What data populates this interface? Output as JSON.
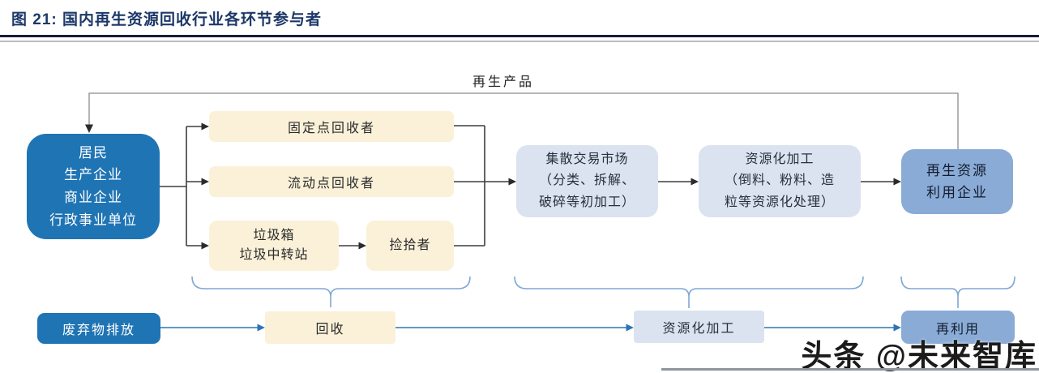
{
  "header": {
    "title": "图 21:  国内再生资源回收行业各环节参与者"
  },
  "diagram": {
    "feedback_label": "再生产品",
    "source_box": {
      "lines": [
        "居民",
        "生产企业",
        "商业企业",
        "行政事业单位"
      ]
    },
    "recyclers": {
      "fixed": "固定点回收者",
      "mobile": "流动点回收者"
    },
    "garbage": {
      "lines": [
        "垃圾箱",
        "垃圾中转站"
      ]
    },
    "picker": "捡拾者",
    "market": {
      "lines": [
        "集散交易市场",
        "（分类、拆解、",
        "破碎等初加工）"
      ]
    },
    "processing": {
      "lines": [
        "资源化加工",
        "（倒料、粉料、造",
        "粒等资源化处理）"
      ]
    },
    "utilization": {
      "lines": [
        "再生资源",
        "利用企业"
      ]
    }
  },
  "stages": {
    "discharge": "废弃物排放",
    "recycle": "回收",
    "processing": "资源化加工",
    "reuse": "再利用"
  },
  "watermark": {
    "text": "头条 @未来智库"
  },
  "colors": {
    "primary_blue": "#1f74b4",
    "medium_blue": "#8aabd6",
    "lavender": "#dbe3f0",
    "cream": "#faf1d8",
    "brace_blue": "#7ea7d6",
    "bottom_arrow_blue": "#2e74b5",
    "connector_dark": "#3d3d3d",
    "feedback_gray": "#8c8c8c",
    "title_navy": "#1d3868"
  }
}
